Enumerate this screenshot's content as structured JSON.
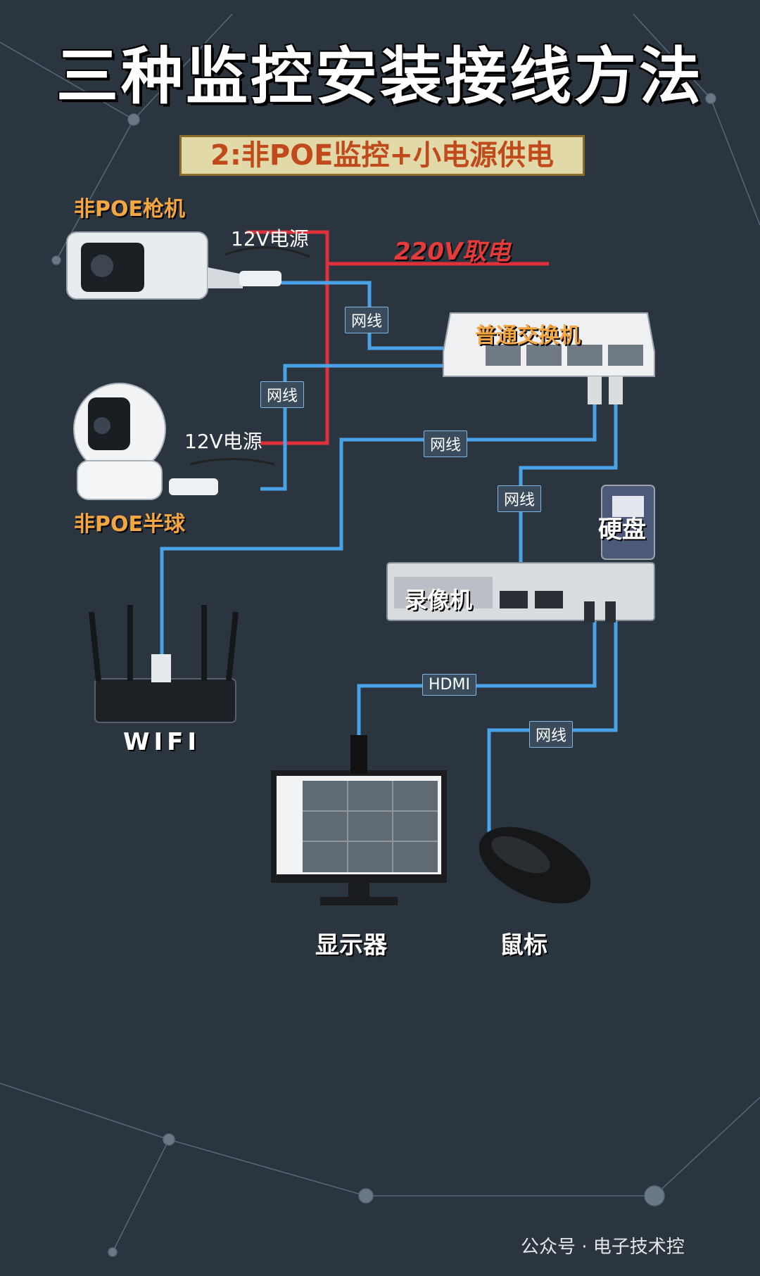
{
  "title": "三种监控安装接线方法",
  "subtitle": "2:非POE监控+小电源供电",
  "devices": {
    "bullet_camera": "非POE枪机",
    "dome_camera": "非POE半球",
    "switch": "普通交换机",
    "hard_disk": "硬盘",
    "nvr": "录像机",
    "router": "WIFI",
    "monitor": "显示器",
    "mouse": "鼠标"
  },
  "power": {
    "mains": "220V取电",
    "adapter_1": "12V电源",
    "adapter_2": "12V电源"
  },
  "cables": {
    "net_1": "网线",
    "net_2": "网线",
    "net_3": "网线",
    "net_4": "网线",
    "net_5": "网线",
    "hdmi": "HDMI"
  },
  "watermark": "公众号 · 电子技术控",
  "colors": {
    "background": "#2b3540",
    "network_cable": "#4aa3e8",
    "power_cable": "#e0303a",
    "device_label": "#f4a640"
  }
}
